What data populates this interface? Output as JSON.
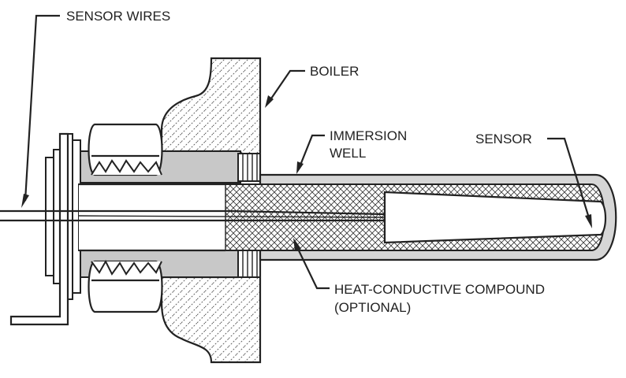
{
  "labels": {
    "sensor_wires": "SENSOR WIRES",
    "boiler": "BOILER",
    "immersion_well_line1": "IMMERSION",
    "immersion_well_line2": "WELL",
    "sensor": "SENSOR",
    "compound_line1": "HEAT-CONDUCTIVE COMPOUND",
    "compound_line2": "(OPTIONAL)"
  },
  "colors": {
    "line": "#222222",
    "gray_fill": "#c8c8c8",
    "well_wall": "#d6d6d6",
    "background": "#ffffff"
  }
}
